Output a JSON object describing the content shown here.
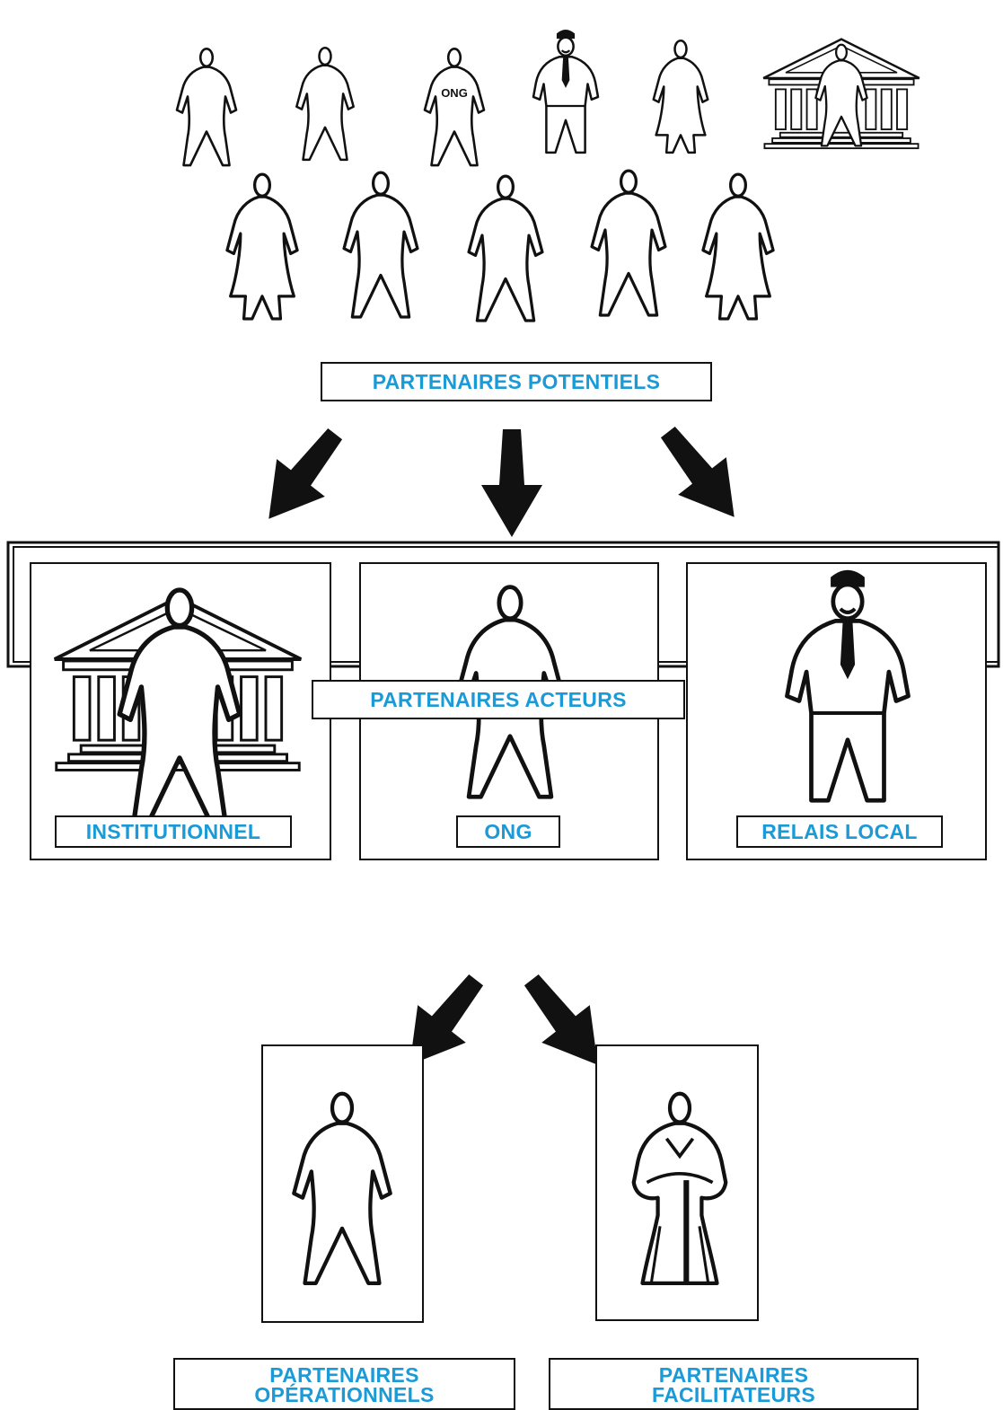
{
  "potential": {
    "label": "PARTENAIRES POTENTIELS",
    "ngo_shirt": "ONG"
  },
  "actors": {
    "label": "PARTENAIRES ACTEURS",
    "panels": [
      {
        "label": "INSTITUTIONNEL"
      },
      {
        "label": "ONG"
      },
      {
        "label": "RELAIS LOCAL"
      }
    ]
  },
  "outcomes": {
    "operational": {
      "line1": "PARTENAIRES",
      "line2": "OPÉRATIONNELS"
    },
    "facilitators": {
      "line1": "PARTENAIRES",
      "line2": "FACILITATEURS"
    }
  },
  "colors": {
    "label_text": "#1a9ad6",
    "ink": "#111111"
  }
}
